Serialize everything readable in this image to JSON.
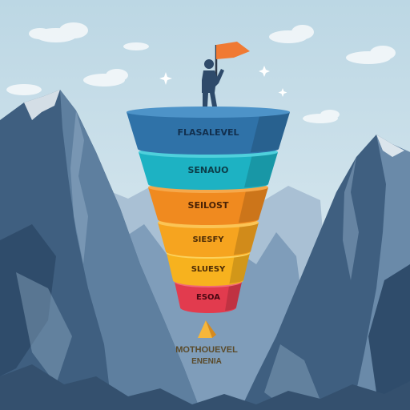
{
  "colors": {
    "sky": "#cfe3ec",
    "sky_top": "#bcd7e4",
    "mountain_dark": "#3f5f80",
    "mountain_mid": "#6f8fae",
    "mountain_light": "#a9c0d4",
    "snow": "#eef4f8",
    "person": "#2e4a6a",
    "flag": "#f07a33",
    "pyramid": "#f2a72a"
  },
  "funnel": {
    "tiers": [
      {
        "label": "FLASALEVEL",
        "color": "#2f72a8",
        "top": "#4d93c8",
        "text_color": "#12304f"
      },
      {
        "label": "SENAUO",
        "color": "#1db2c3",
        "top": "#4fd0dc",
        "text_color": "#0c3d49"
      },
      {
        "label": "SEILOST",
        "color": "#f08a1f",
        "top": "#f6a84a",
        "text_color": "#4a2205"
      },
      {
        "label": "SIESFY",
        "color": "#f6a41f",
        "top": "#fbc455",
        "text_color": "#4d2c06"
      },
      {
        "label": "SLUESY",
        "color": "#f7b21e",
        "top": "#fcd15c",
        "text_color": "#4d2c06"
      },
      {
        "label": "ESOA",
        "color": "#e23b4e",
        "top": "#f06a76",
        "text_color": "#4a0812"
      }
    ]
  },
  "caption": {
    "line1": "MOTHOUEVEL",
    "line2": "ENENIA"
  }
}
